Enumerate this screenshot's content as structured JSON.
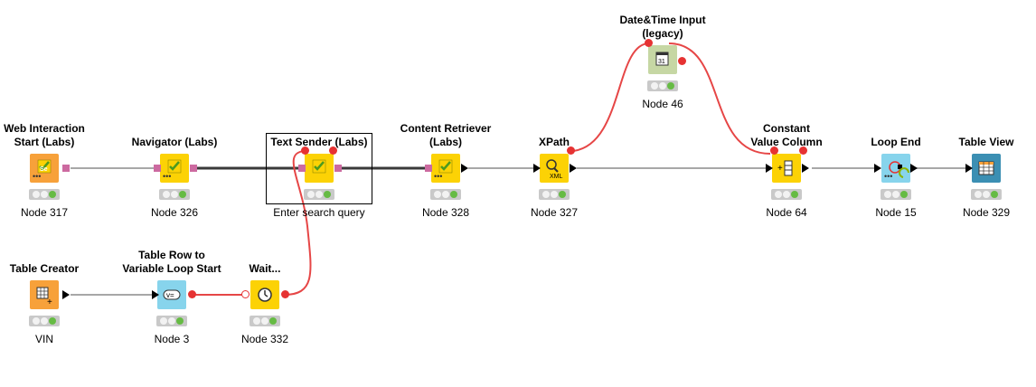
{
  "workflow": {
    "nodes": [
      {
        "id": "web-interaction-start",
        "title": "Web Interaction\nStart (Labs)",
        "label": "Node 317",
        "color": "#f7a13a",
        "icon": "selenium-icon"
      },
      {
        "id": "navigator",
        "title": "Navigator (Labs)",
        "label": "Node 326",
        "color": "#fcd205",
        "icon": "selenium-icon"
      },
      {
        "id": "text-sender",
        "title": "Text Sender (Labs)",
        "label": "Enter search query",
        "color": "#fcd205",
        "icon": "selenium-icon",
        "selected": true
      },
      {
        "id": "content-retriever",
        "title": "Content Retriever\n(Labs)",
        "label": "Node 328",
        "color": "#fcd205",
        "icon": "selenium-icon"
      },
      {
        "id": "xpath",
        "title": "XPath",
        "label": "Node 327",
        "color": "#fcd205",
        "icon": "xml-search-icon"
      },
      {
        "id": "datetime-input",
        "title": "Date&Time Input\n(legacy)",
        "label": "Node 46",
        "color": "#c6d7a4",
        "icon": "calendar-icon"
      },
      {
        "id": "constant-value-column",
        "title": "Constant\nValue Column",
        "label": "Node 64",
        "color": "#fcd205",
        "icon": "add-column-icon"
      },
      {
        "id": "loop-end",
        "title": "Loop End",
        "label": "Node 15",
        "color": "#87d4ec",
        "icon": "loop-end-icon"
      },
      {
        "id": "table-view",
        "title": "Table View",
        "label": "Node 329",
        "color": "#3b8fb3",
        "icon": "table-view-icon"
      },
      {
        "id": "table-creator",
        "title": "Table Creator",
        "label": "VIN",
        "color": "#f7a13a",
        "icon": "table-creator-icon"
      },
      {
        "id": "table-row-to-variable",
        "title": "Table Row to\nVariable Loop Start",
        "label": "Node 3",
        "color": "#87d4ec",
        "icon": "row-to-variable-icon"
      },
      {
        "id": "wait",
        "title": "Wait...",
        "label": "Node 332",
        "color": "#fcd205",
        "icon": "clock-icon"
      }
    ],
    "colors": {
      "data_link": "#7f7f7f",
      "session_link": "#3a3a3a",
      "variable_link": "#e64646",
      "status_green": "#66bb44"
    }
  }
}
